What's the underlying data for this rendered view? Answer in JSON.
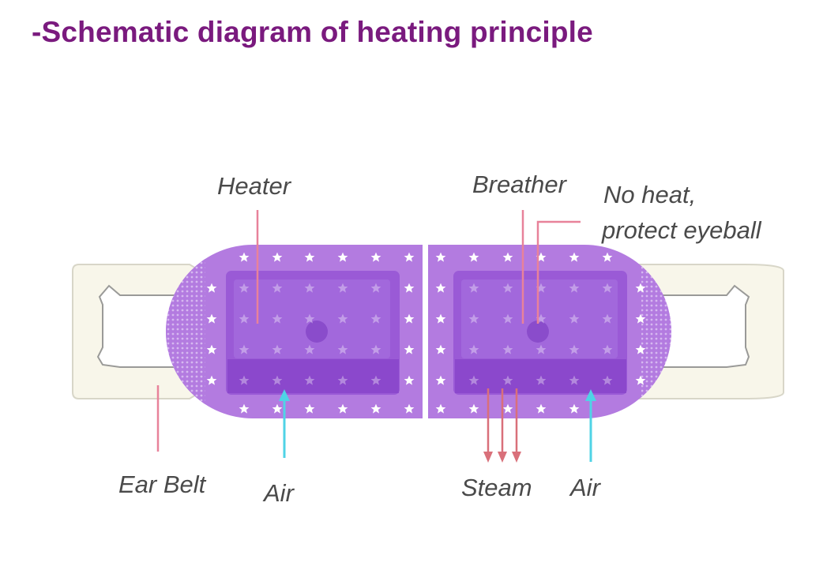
{
  "title": "-Schematic diagram of heating principle",
  "labels": {
    "heater": "Heater",
    "breather": "Breather",
    "no_heat_line1": "No heat,",
    "no_heat_line2": "protect eyeball",
    "ear_belt": "Ear Belt",
    "air_left": "Air",
    "steam": "Steam",
    "air_right": "Air"
  },
  "colors": {
    "title": "#7a1a7e",
    "mask_purple": "#b37be0",
    "pad_purple": "#9a5ad6",
    "pad_inner": "#8a4ccb",
    "pointer_pink": "#e8829a",
    "air_cyan": "#4fd3e6",
    "steam_red": "#d9707a",
    "ear_belt_fill": "#f8f6ea"
  }
}
